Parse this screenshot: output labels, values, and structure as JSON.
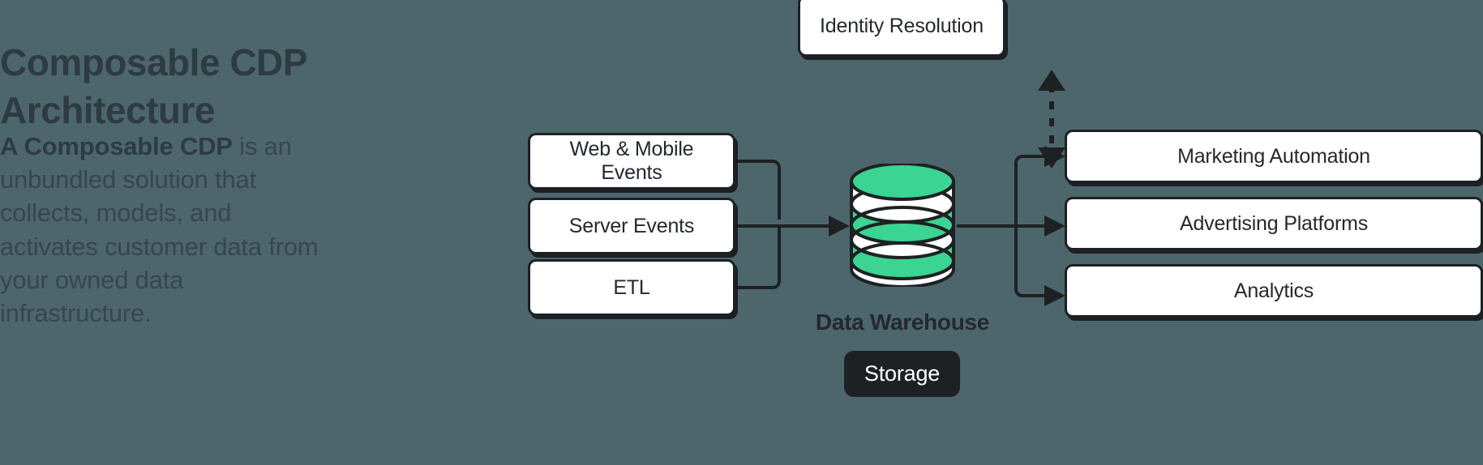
{
  "page": {
    "background_color": "#4c666c",
    "ink_color": "#1e2124",
    "accent_green": "#3bd492"
  },
  "copy": {
    "headline": "Composable CDP Architecture",
    "body_lead": "A Composable CDP",
    "body_rest": " is an unbundled solution that collects, models, and activates customer data from your owned data infrastructure."
  },
  "diagram": {
    "type": "flow-diagram",
    "identity": {
      "label": "Identity Resolution"
    },
    "inputs": [
      {
        "label": "Web & Mobile Events"
      },
      {
        "label": "Server Events"
      },
      {
        "label": "ETL"
      }
    ],
    "warehouse": {
      "label": "Data Warehouse",
      "storage_chip": "Storage",
      "shape": "database-cylinder",
      "fill_colors": [
        "#3bd492",
        "#ffffff"
      ]
    },
    "outputs": [
      {
        "label": "Marketing Automation"
      },
      {
        "label": "Advertising Platforms"
      },
      {
        "label": "Analytics"
      }
    ],
    "connectors": [
      {
        "from": "inputs",
        "to": "warehouse",
        "style": "solid",
        "arrow": "single"
      },
      {
        "from": "warehouse",
        "to": "outputs",
        "style": "solid",
        "arrow": "single"
      },
      {
        "from": "identity",
        "to": "warehouse",
        "style": "dashed",
        "arrow": "double"
      }
    ]
  }
}
